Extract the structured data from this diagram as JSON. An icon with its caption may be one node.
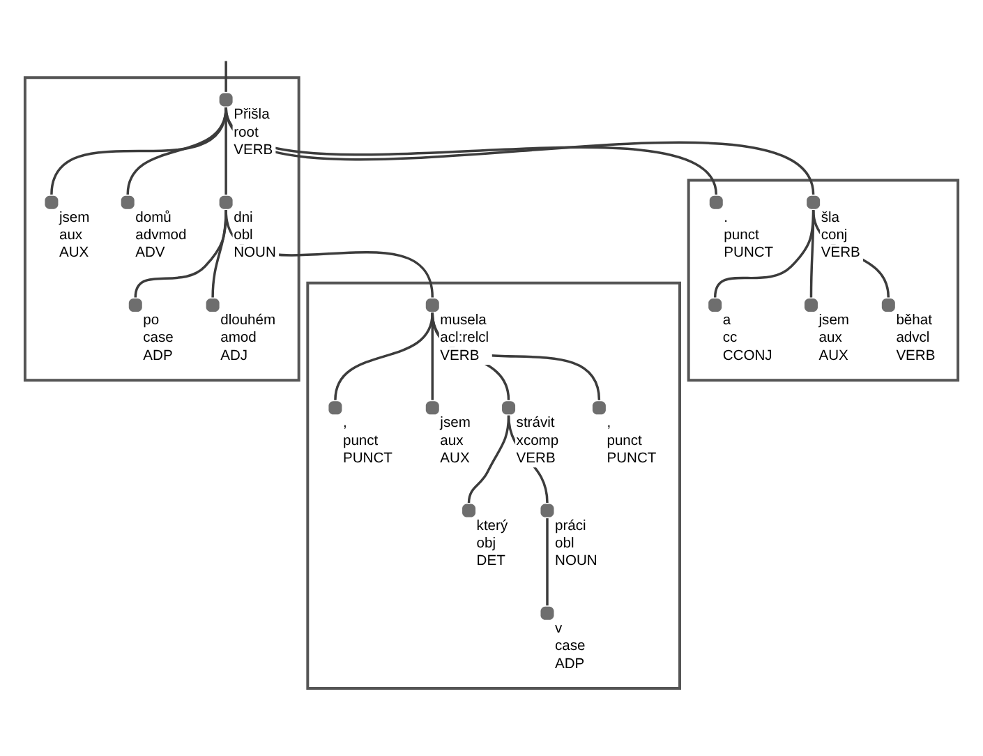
{
  "diagram": {
    "nodes": [
      {
        "text": [],
        "shape": "box"
      },
      {
        "text": [
          "Přišla",
          "root",
          "VERB"
        ],
        "in": 0
      },
      {
        "text": [
          "jsem",
          "aux",
          "AUX"
        ],
        "in": 0
      },
      {
        "text": [
          "domů",
          "advmod",
          "ADV"
        ],
        "in": 0
      },
      {
        "text": [
          "dni",
          "obl",
          "NOUN"
        ],
        "in": 0
      },
      {
        "text": [
          "po",
          "case",
          "ADP"
        ],
        "in": 0
      },
      {
        "text": [
          "dlouhém",
          "amod",
          "ADJ"
        ],
        "in": 0
      },
      {
        "text": [],
        "shape": "box"
      },
      {
        "text": [
          "šla",
          "conj",
          "VERB"
        ],
        "in": 7
      },
      {
        "text": [
          ".",
          "punct",
          "PUNCT"
        ],
        "in": 7
      },
      {
        "text": [
          "a",
          "cc",
          "CCONJ"
        ],
        "in": 7
      },
      {
        "text": [
          "jsem",
          "aux",
          "AUX"
        ],
        "in": 7
      },
      {
        "text": [
          "běhat",
          "advcl",
          "VERB"
        ],
        "in": 7
      },
      {
        "text": [],
        "shape": "box"
      },
      {
        "text": [
          "musela",
          "acl:relcl",
          "VERB"
        ],
        "in": 13
      },
      {
        "text": [
          ",",
          "punct",
          "PUNCT"
        ],
        "in": 13
      },
      {
        "text": [
          "jsem",
          "aux",
          "AUX"
        ],
        "in": 13
      },
      {
        "text": [
          "strávit",
          "xcomp",
          "VERB"
        ],
        "in": 13
      },
      {
        "text": [
          ",",
          "punct",
          "PUNCT"
        ],
        "in": 13
      },
      {
        "text": [
          "který",
          "obj",
          "DET"
        ],
        "in": 13
      },
      {
        "text": [
          "práci",
          "obl",
          "NOUN"
        ],
        "in": 13
      },
      {
        "text": [
          "v",
          "case",
          "ADP"
        ],
        "in": 13
      }
    ],
    "edges": [
      {
        "from": null,
        "to": 1,
        "arrow": "none"
      },
      {
        "from": 1,
        "to": 2,
        "arrow": "none"
      },
      {
        "from": 1,
        "to": 3,
        "arrow": "none"
      },
      {
        "from": 1,
        "to": 4,
        "arrow": "none"
      },
      {
        "from": 4,
        "to": 5,
        "arrow": "none"
      },
      {
        "from": 4,
        "to": 6,
        "arrow": "none"
      },
      {
        "from": 4,
        "to": 14,
        "arrow": "none"
      },
      {
        "from": 1,
        "to": 8,
        "arrow": "none"
      },
      {
        "from": 1,
        "to": 9,
        "arrow": "none"
      },
      {
        "from": 8,
        "to": 10,
        "arrow": "none"
      },
      {
        "from": 8,
        "to": 11,
        "arrow": "none"
      },
      {
        "from": 8,
        "to": 12,
        "arrow": "none"
      },
      {
        "from": 14,
        "to": 15,
        "arrow": "none"
      },
      {
        "from": 14,
        "to": 16,
        "arrow": "none"
      },
      {
        "from": 14,
        "to": 17,
        "arrow": "none"
      },
      {
        "from": 14,
        "to": 18,
        "arrow": "none"
      },
      {
        "from": 17,
        "to": 19,
        "arrow": "none"
      },
      {
        "from": 17,
        "to": 20,
        "arrow": "none"
      },
      {
        "from": 20,
        "to": 21,
        "arrow": "none"
      }
    ]
  }
}
